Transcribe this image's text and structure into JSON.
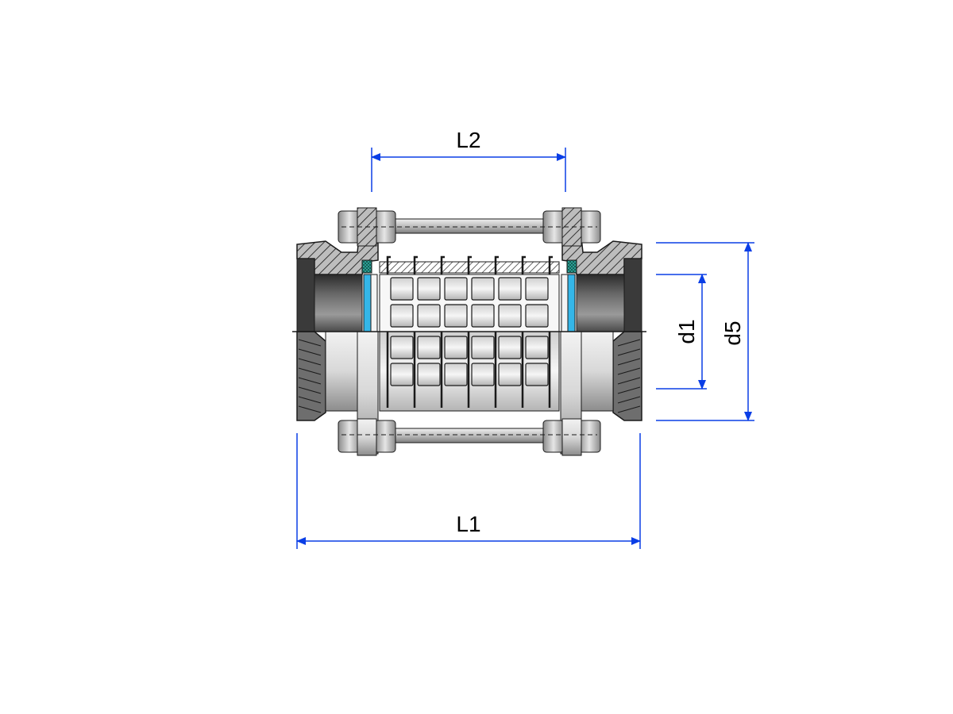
{
  "diagram": {
    "dimensions": {
      "l2": "L2",
      "l1": "L1",
      "d1": "d1",
      "d5": "d5"
    },
    "colors": {
      "dimension_line": "#0a3ee6",
      "seal": "#34b6e8",
      "gasket": "#2fb3a6",
      "outline": "#1a1a1a",
      "metal_dark": "#3c3c3c",
      "metal_light": "#e9e9e9",
      "hatch": "#444444"
    }
  }
}
